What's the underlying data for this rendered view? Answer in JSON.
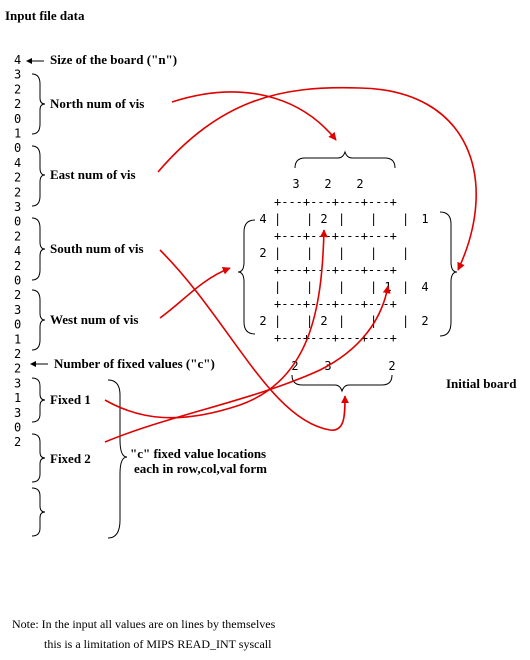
{
  "title": "Input file data",
  "input_values": [
    "4",
    "3",
    "2",
    "2",
    "0",
    "1",
    "0",
    "4",
    "2",
    "2",
    "3",
    "0",
    "2",
    "4",
    "2",
    "0",
    "2",
    "3",
    "0",
    "1",
    "2",
    "2",
    "3",
    "1",
    "3",
    "0",
    "2"
  ],
  "labels": {
    "size": "Size of the board (\"n\")",
    "north": "North num of vis",
    "east": "East num of vis",
    "south": "South num of vis",
    "west": "West num of vis",
    "num_fixed": "Number of fixed values (\"c\")",
    "fixed1": "Fixed 1",
    "fixed2": "Fixed 2",
    "fixed_desc_line1": "\"c\" fixed value locations",
    "fixed_desc_line2": "each in row,col,val form"
  },
  "board": {
    "caption": "Initial board",
    "top": [
      "3",
      "2",
      "2"
    ],
    "left": [
      "4",
      "2",
      "",
      "2"
    ],
    "right": [
      "1",
      "",
      "4",
      "2"
    ],
    "bottom": [
      "2",
      "3",
      "",
      "2"
    ],
    "cells": [
      [
        "",
        "2",
        "",
        ""
      ],
      [
        "",
        "",
        "",
        ""
      ],
      [
        "",
        "",
        "",
        "1"
      ],
      [
        "",
        "2",
        "",
        ""
      ]
    ]
  },
  "note_line1": "Note: In the input all values are on lines by themselves",
  "note_line2": "this is a limitation of MIPS READ_INT syscall",
  "colors": {
    "arrow": "#e00000",
    "text": "#000000",
    "background": "#ffffff"
  }
}
